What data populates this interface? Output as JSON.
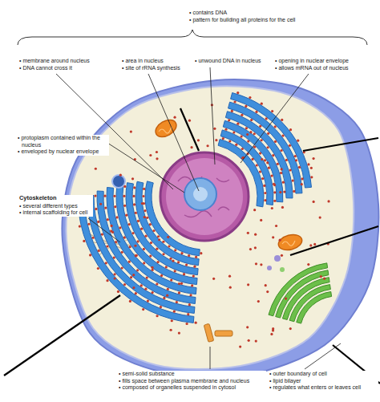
{
  "diagram": {
    "nodes": [
      {
        "text": [
          "• contains DNA",
          "• pattern for building all proteins for the cell"
        ]
      },
      {
        "text": [
          "• membrane around nucleus",
          "• DNA cannot cross it"
        ]
      },
      {
        "text": [
          "• area in nucleus",
          "• site of rRNA synthesis"
        ]
      },
      {
        "text": [
          "• unwound DNA in nucleus"
        ]
      },
      {
        "text": [
          "• opening in nuclear envelope",
          "• allows mRNA out of nucleus"
        ]
      },
      {
        "text": [
          "• protoplasm contained within the nucleus",
          "• enveloped by nuclear envelope"
        ]
      },
      {
        "text": [
          "Cytoskeleton",
          "• several different types",
          "• internal scaffolding for cell"
        ]
      },
      {
        "text": [
          "• semi-solid substance",
          "• fills space between plasma membrane and nucleus",
          "• composed of organelles suspended in cytosol"
        ]
      },
      {
        "text": [
          "• outer boundary of cell",
          "• lipid bilayer",
          "• regulates what enters or leaves cell"
        ]
      }
    ]
  }
}
